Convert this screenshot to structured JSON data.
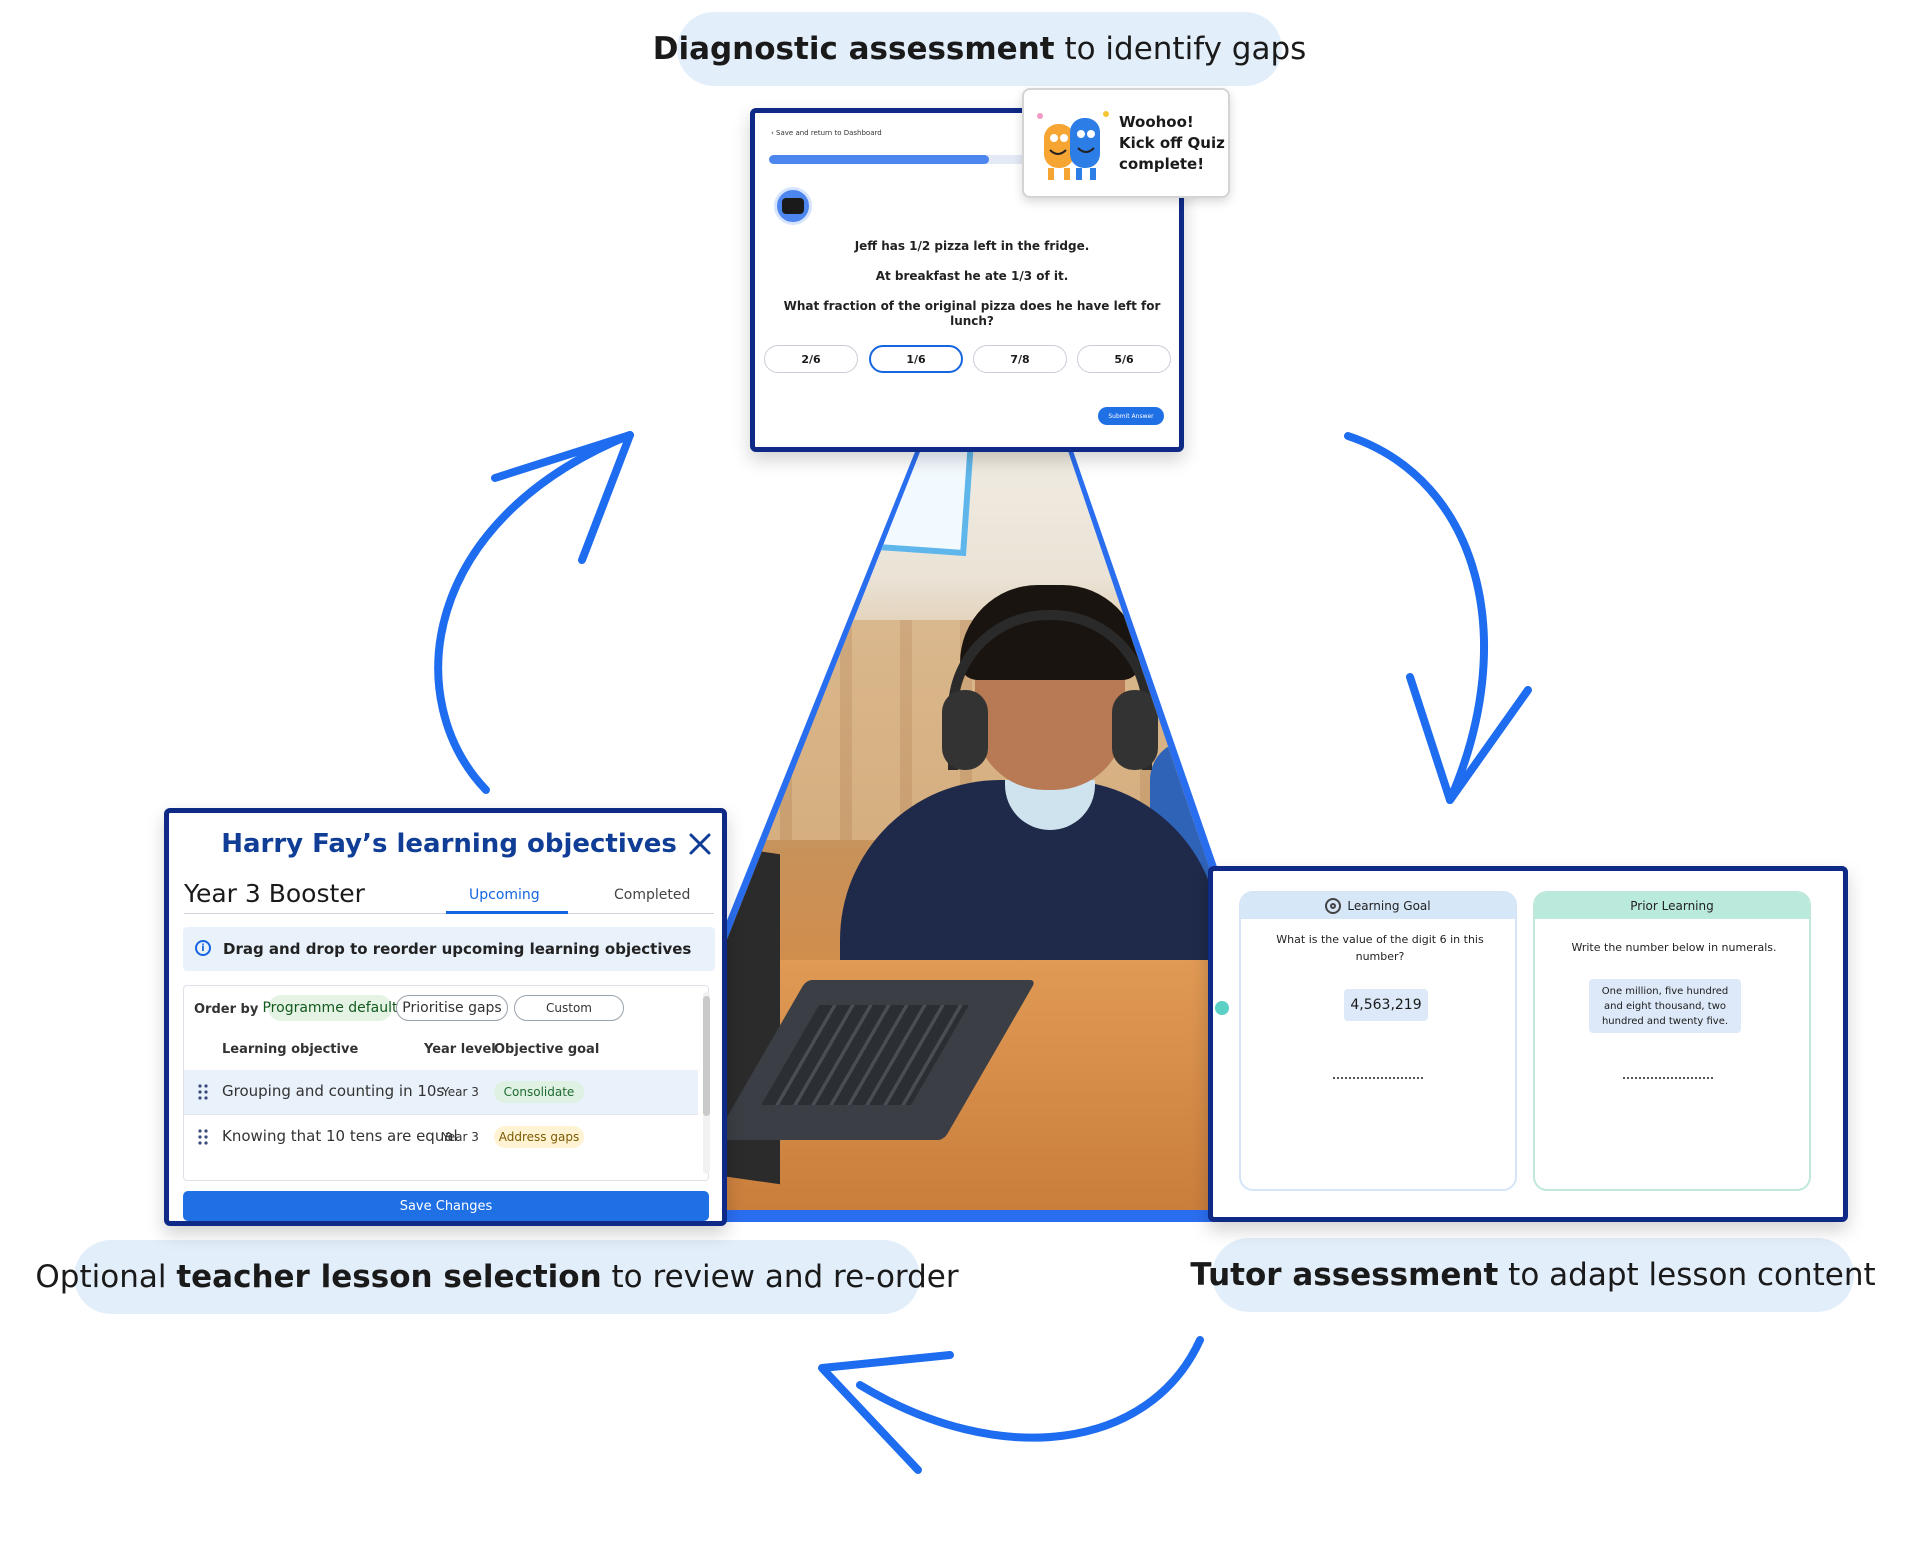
{
  "labels": {
    "diagnostic_bold": "Diagnostic assessment",
    "diagnostic_rest": " to identify gaps",
    "teacher_prefix": "Optional ",
    "teacher_bold": "teacher lesson selection",
    "teacher_rest": " to review and re-order",
    "tutor_bold": "Tutor assessment",
    "tutor_rest": " to adapt lesson content"
  },
  "quiz": {
    "back_link": "Save and return to Dashboard",
    "progress": 0.55,
    "question_line1": "Jeff has 1/2 pizza left in the fridge.",
    "question_line2": "At breakfast he ate 1/3 of it.",
    "question_line3": "What fraction of the original pizza does he have left for lunch?",
    "options": [
      "2/6",
      "1/6",
      "7/8",
      "5/6"
    ],
    "selected_option": "1/6",
    "submit_label": "Submit Answer"
  },
  "popup": {
    "line1": "Woohoo!",
    "line2": "Kick off Quiz",
    "line3": "complete!"
  },
  "objectives": {
    "title": "Harry Fay’s learning objectives",
    "subtitle": "Year 3 Booster",
    "tab_upcoming": "Upcoming",
    "tab_completed": "Completed",
    "info": "Drag and drop to reorder upcoming learning objectives",
    "order_by": "Order by",
    "chips": [
      "Programme default",
      "Prioritise gaps",
      "Custom"
    ],
    "col_objective": "Learning objective",
    "col_year": "Year level",
    "col_goal": "Objective goal",
    "rows": [
      {
        "objective": "Grouping and counting in 10s",
        "year": "Year 3",
        "goal": "Consolidate"
      },
      {
        "objective": "Knowing that 10 tens are equal",
        "year": "Year 3",
        "goal": "Address gaps"
      }
    ],
    "save_label": "Save Changes"
  },
  "tutor": {
    "goal_header": "Learning Goal",
    "goal_question": "What is the value of the digit 6 in this number?",
    "goal_number": "4,563,219",
    "prior_header": "Prior Learning",
    "prior_question": "Write the number below in numerals.",
    "prior_words": "One million, five hundred and eight thousand, two hundred and twenty five."
  },
  "colors": {
    "brand_blue": "#1f6fe5",
    "navy": "#0e2a86",
    "pill_bg": "#e3eefb",
    "arrow_blue": "#1e6cf0"
  }
}
